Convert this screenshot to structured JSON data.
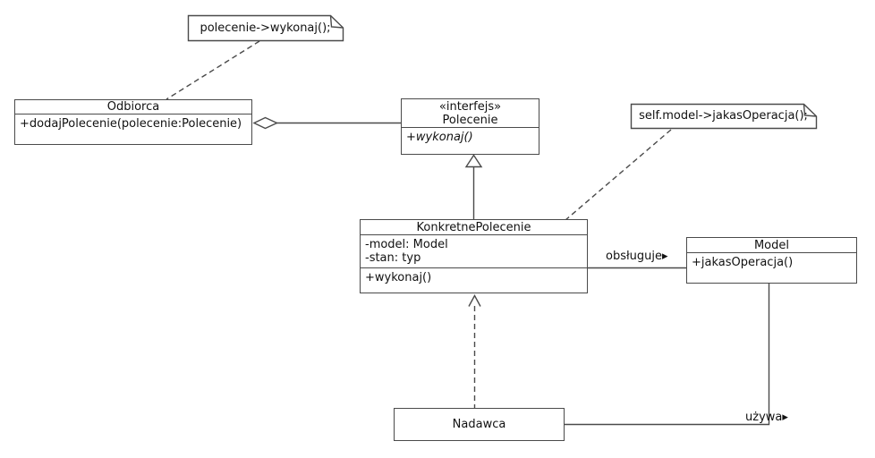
{
  "canvas": {
    "background": "#ffffff"
  },
  "colors": {
    "line": "#4a4a4a",
    "text": "#111111",
    "box_fill": "#ffffff"
  },
  "notes": {
    "polecenie_note": {
      "text": "polecenie->wykonaj();"
    },
    "model_note": {
      "text": "self.model->jakasOperacja();"
    }
  },
  "classes": {
    "odbiorca": {
      "name": "Odbiorca",
      "methods": [
        "+dodajPolecenie(polecenie:Polecenie)"
      ]
    },
    "polecenie": {
      "stereotype": "«interfejs»",
      "name": "Polecenie",
      "methods": [
        "+wykonaj()"
      ]
    },
    "konkretne_polecenie": {
      "name": "KonkretnePolecenie",
      "attributes": [
        "-model: Model",
        "-stan: typ"
      ],
      "methods": [
        "+wykonaj()"
      ]
    },
    "model": {
      "name": "Model",
      "methods": [
        "+jakasOperacja()"
      ]
    },
    "nadawca": {
      "name": "Nadawca"
    }
  },
  "association_labels": {
    "obsluguje": "obsługuje▸",
    "uzywa": "używa▸"
  }
}
